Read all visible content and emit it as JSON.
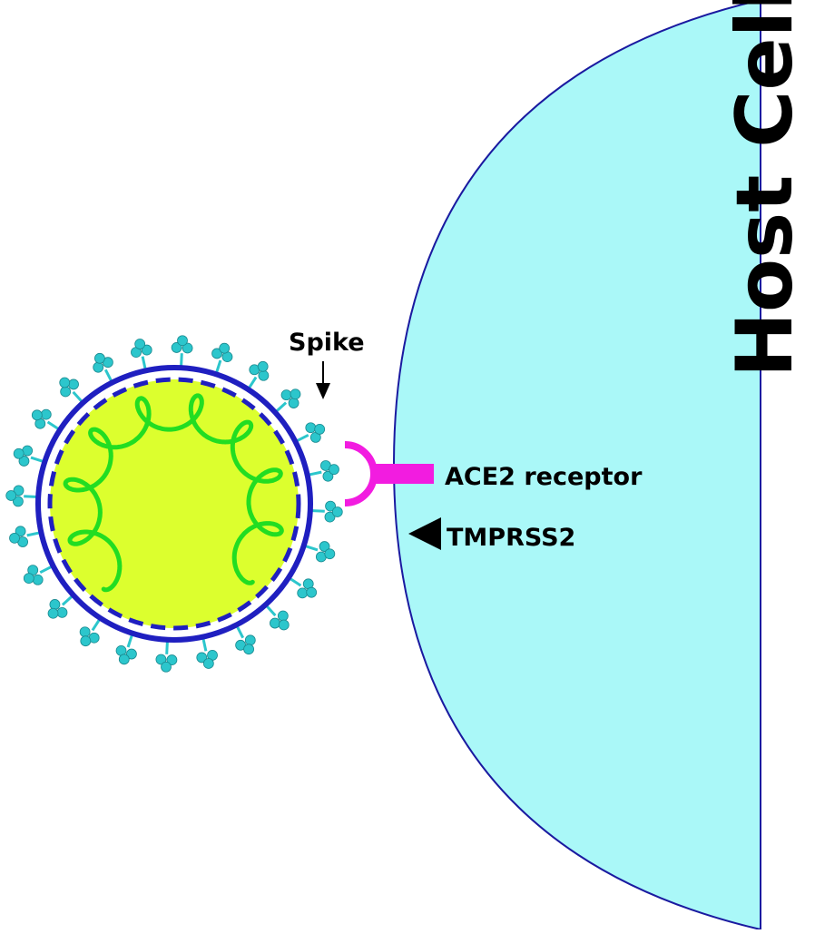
{
  "labels": {
    "host_cell": "Host Cell",
    "spike": "Spike",
    "ace2": "ACE2 receptor",
    "tmprss2": "TMPRSS2"
  },
  "colors": {
    "host_fill": "#aaf8f8",
    "host_outline": "#1a1aa0",
    "envelope": "#1f1fc0",
    "capsid": "#dcff2e",
    "rna": "#22dd22",
    "spike": "#2cc6cc",
    "receptor": "#f21ce0",
    "text": "#000000"
  }
}
